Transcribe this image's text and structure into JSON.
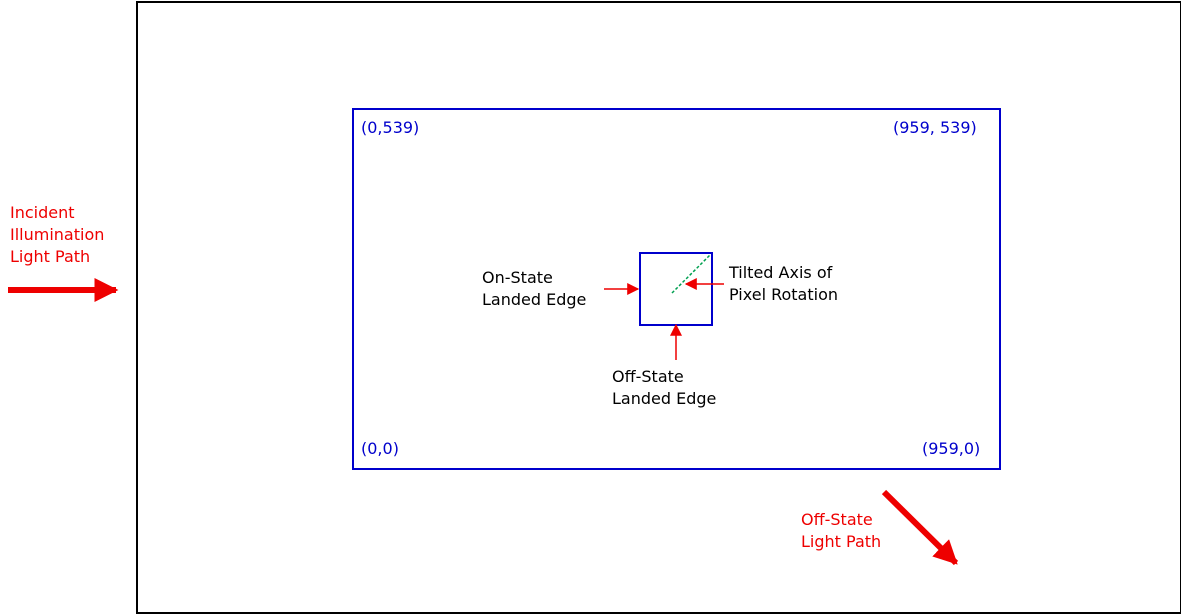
{
  "corners": {
    "top_left": "(0,539)",
    "top_right": "(959, 539)",
    "bottom_left": "(0,0)",
    "bottom_right": "(959,0)"
  },
  "labels": {
    "incident": [
      "Incident",
      "Illumination",
      "Light Path"
    ],
    "on_state": [
      "On-State",
      "Landed Edge"
    ],
    "tilted_axis": [
      "Tilted Axis of",
      "Pixel Rotation"
    ],
    "off_state_edge": [
      "Off-State",
      "Landed Edge"
    ],
    "off_state_light": [
      "Off-State",
      "Light Path"
    ]
  },
  "colors": {
    "frame": "#000000",
    "array_outline": "#0000cc",
    "annotation_red": "#ee0000",
    "axis_green": "#00a050"
  }
}
